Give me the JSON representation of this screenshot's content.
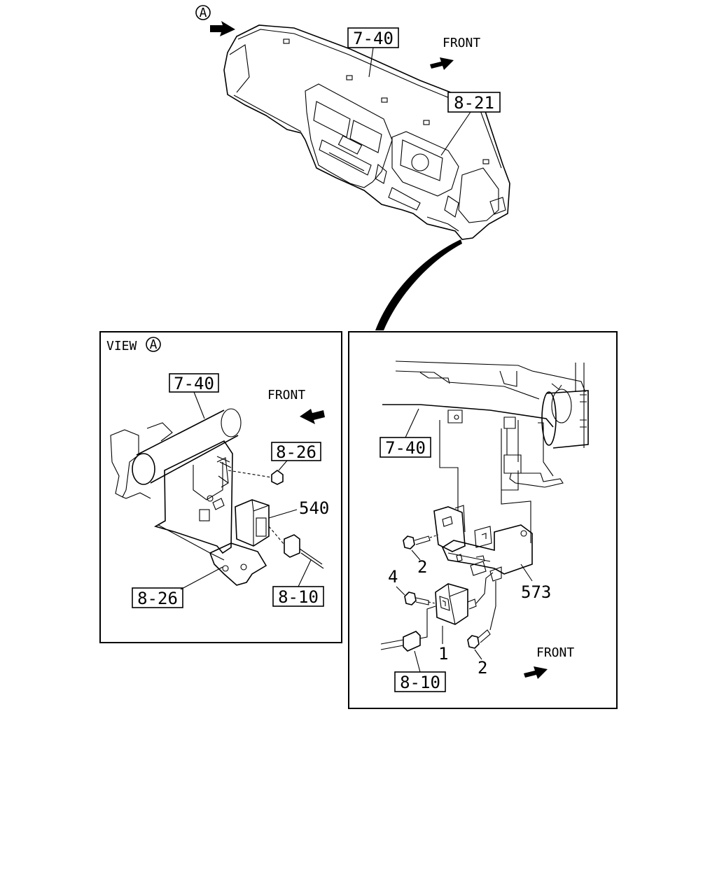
{
  "view_marker": "A",
  "front_label": "FRONT",
  "view_title": "VIEW",
  "refs": {
    "ref_7_40": "7-40",
    "ref_8_21": "8-21",
    "ref_8_26": "8-26",
    "ref_8_10": "8-10"
  },
  "parts": {
    "p540": "540",
    "p573": "573",
    "p1": "1",
    "p2": "2",
    "p4": "4"
  }
}
